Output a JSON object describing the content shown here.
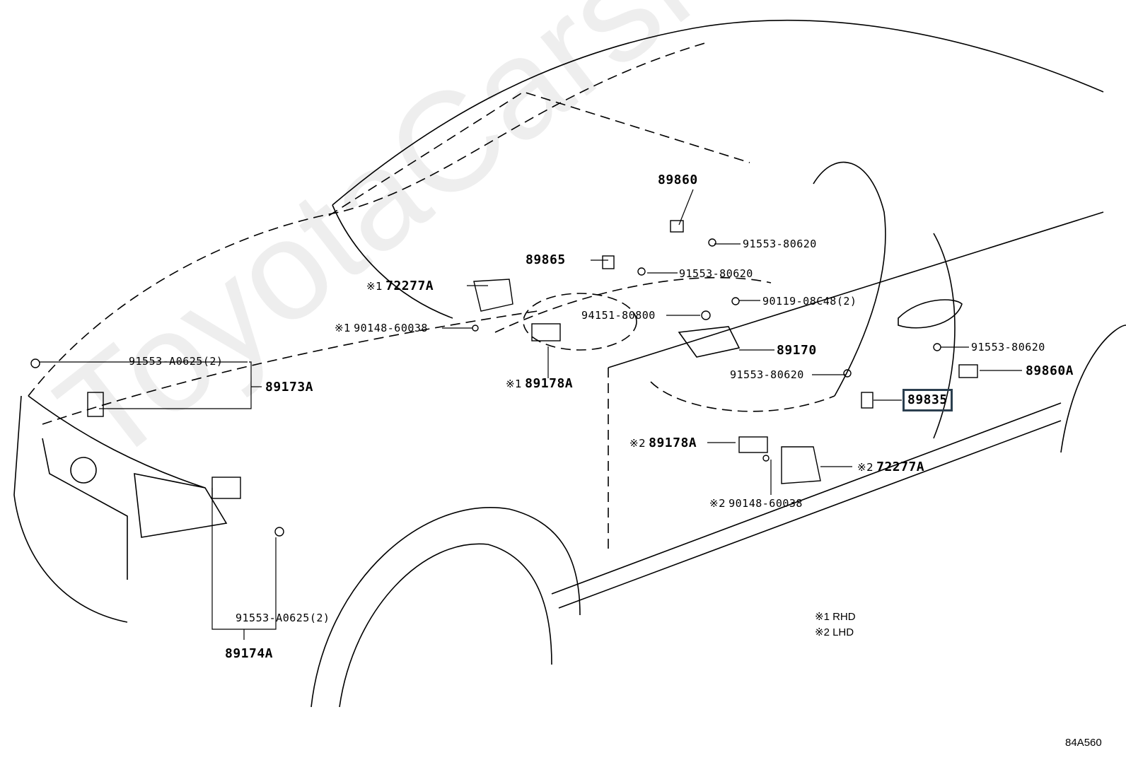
{
  "diagram": {
    "watermark": "ToyotaCarsNet.ru",
    "illustration_code": "84A560",
    "highlighted_part": "89835",
    "legend": [
      {
        "mark": "※1",
        "text": "RHD"
      },
      {
        "mark": "※2",
        "text": "LHD"
      }
    ],
    "labels": {
      "p89860": {
        "text": "89860",
        "mark": ""
      },
      "p91553_80620_a": {
        "text": "91553-80620",
        "mark": ""
      },
      "p89865": {
        "text": "89865",
        "mark": ""
      },
      "p91553_80620_b": {
        "text": "91553-80620",
        "mark": ""
      },
      "p72277A_1": {
        "text": "72277A",
        "mark": "※1"
      },
      "p90119": {
        "text": "90119-08C48(2)",
        "mark": ""
      },
      "p94151": {
        "text": "94151-80800",
        "mark": ""
      },
      "p90148_1": {
        "text": "90148-60038",
        "mark": "※1"
      },
      "p91553_A0625_a": {
        "text": "91553-A0625(2)",
        "mark": ""
      },
      "p89170": {
        "text": "89170",
        "mark": ""
      },
      "p91553_80620_c": {
        "text": "91553-80620",
        "mark": ""
      },
      "p89860A": {
        "text": "89860A",
        "mark": ""
      },
      "p89173A": {
        "text": "89173A",
        "mark": ""
      },
      "p89178A_1": {
        "text": "89178A",
        "mark": "※1"
      },
      "p91553_80620_d": {
        "text": "91553-80620",
        "mark": ""
      },
      "p89835": {
        "text": "89835",
        "mark": ""
      },
      "p89178A_2": {
        "text": "89178A",
        "mark": "※2"
      },
      "p72277A_2": {
        "text": "72277A",
        "mark": "※2"
      },
      "p90148_2": {
        "text": "90148-60038",
        "mark": "※2"
      },
      "p91553_A0625_b": {
        "text": "91553-A0625(2)",
        "mark": ""
      },
      "p89174A": {
        "text": "89174A",
        "mark": ""
      }
    }
  }
}
